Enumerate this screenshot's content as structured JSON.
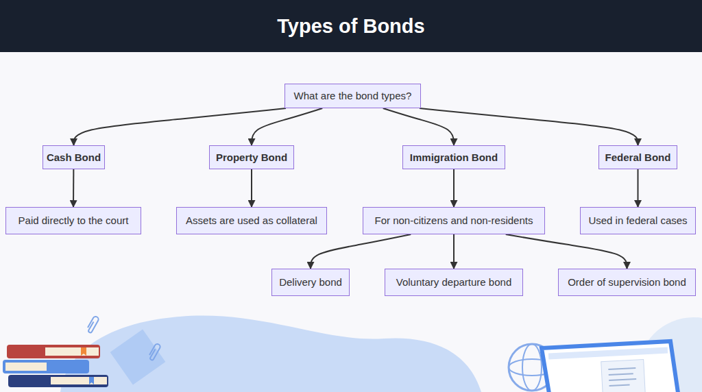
{
  "diagram": {
    "title": "Types of Bonds",
    "nodes": [
      {
        "text": [
          "What are the bond types?"
        ]
      },
      {
        "text": [
          "Cash Bond"
        ]
      },
      {
        "text": [
          "Property Bond"
        ]
      },
      {
        "text": [
          "Immigration Bond"
        ]
      },
      {
        "text": [
          "Federal Bond"
        ]
      },
      {
        "text": [
          "Paid directly to the court"
        ]
      },
      {
        "text": [
          "Assets are used as collateral"
        ]
      },
      {
        "text": [
          "For non-citizens and non-residents"
        ]
      },
      {
        "text": [
          "Used in federal cases"
        ]
      },
      {
        "text": [
          "Delivery bond"
        ]
      },
      {
        "text": [
          "Voluntary departure bond"
        ]
      },
      {
        "text": [
          "Order of supervision bond"
        ]
      }
    ],
    "edges": [
      {
        "from": 0,
        "to": 1,
        "arrow": "to"
      },
      {
        "from": 0,
        "to": 2,
        "arrow": "to"
      },
      {
        "from": 0,
        "to": 3,
        "arrow": "to"
      },
      {
        "from": 0,
        "to": 4,
        "arrow": "to"
      },
      {
        "from": 1,
        "to": 5,
        "arrow": "to"
      },
      {
        "from": 2,
        "to": 6,
        "arrow": "to"
      },
      {
        "from": 3,
        "to": 7,
        "arrow": "to"
      },
      {
        "from": 4,
        "to": 8,
        "arrow": "to"
      },
      {
        "from": 7,
        "to": 9,
        "arrow": "to"
      },
      {
        "from": 7,
        "to": 10,
        "arrow": "to"
      },
      {
        "from": 7,
        "to": 11,
        "arrow": "to"
      }
    ]
  }
}
